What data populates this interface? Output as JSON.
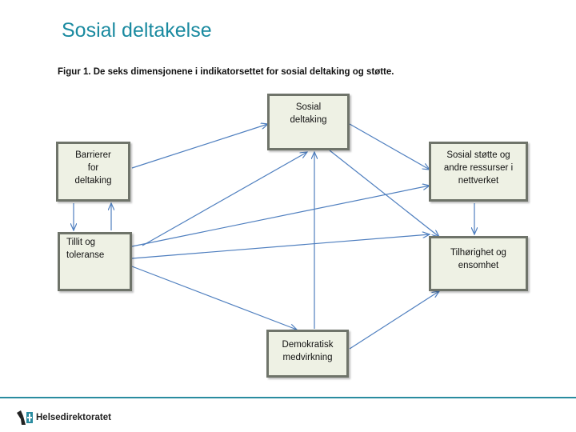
{
  "slide": {
    "title": "Sosial deltakelse"
  },
  "figure": {
    "caption": "Figur 1. De seks dimensjonene i indikatorsettet for sosial deltaking og støtte.",
    "nodes": {
      "sosial_deltaking": "Sosial\ndeltaking",
      "barrierer": "Barrierer\nfor\ndeltaking",
      "sosial_stotte": "Sosial støtte og\nandre ressurser i\nnettverket",
      "tillit": "Tillit og\ntoleranse",
      "tilhorighet": "Tilhørighet og\nensomhet",
      "demokratisk": "Demokratisk\nmedvirkning"
    }
  },
  "footer": {
    "logo_text": "Helsedirektoratet"
  },
  "colors": {
    "title": "#1a8aa0",
    "arrow": "#4f7fbf",
    "box_fill": "#eef1e4",
    "box_border": "#6f746a",
    "footer_rule": "#2a8ca0"
  }
}
